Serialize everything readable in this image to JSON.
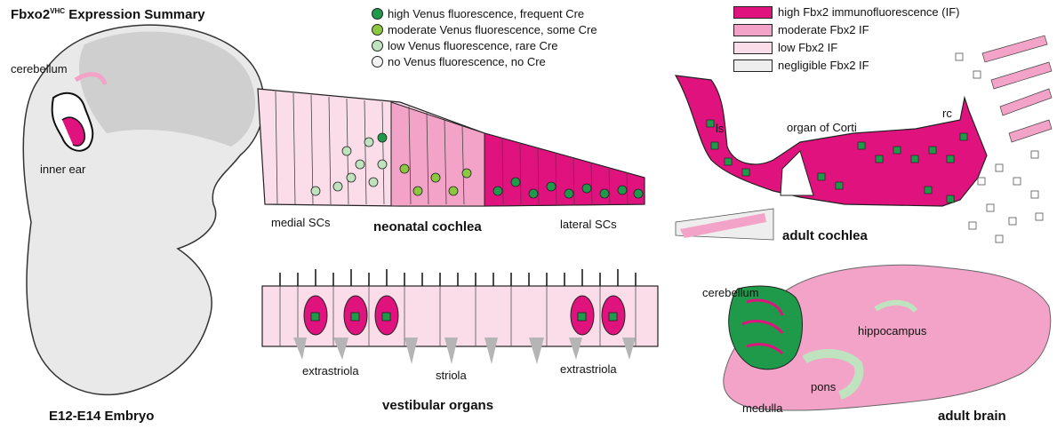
{
  "title": {
    "main": "Fbxo2",
    "sup": "VHC",
    "rest": " Expression Summary"
  },
  "embryo": {
    "cerebellum": "cerebellum",
    "inner_ear": "inner ear",
    "caption": "E12-E14 Embryo"
  },
  "legend_venus": [
    {
      "label": "high Venus fluorescence, frequent Cre",
      "color": "#1f9a4a"
    },
    {
      "label": "moderate Venus fluorescence, some Cre",
      "color": "#8cc83f"
    },
    {
      "label": "low Venus fluorescence, rare Cre",
      "color": "#bfe3bf"
    },
    {
      "label": "no Venus fluorescence, no Cre",
      "color": "#f2f2f2"
    }
  ],
  "legend_fbx2": [
    {
      "label": "high Fbx2 immunofluorescence (IF)",
      "color": "#e0127e"
    },
    {
      "label": "moderate Fbx2 IF",
      "color": "#f2a3c7"
    },
    {
      "label": "low Fbx2 IF",
      "color": "#fbdde9"
    },
    {
      "label": "negligible Fbx2 IF",
      "color": "#eeeeee"
    }
  ],
  "neonatal": {
    "medial": "medial SCs",
    "title": "neonatal cochlea",
    "lateral": "lateral SCs"
  },
  "vestibular": {
    "left": "extrastriola",
    "center": "striola",
    "right": "extrastriola",
    "title": "vestibular organs"
  },
  "adult_cochlea": {
    "ls": "ls",
    "organ": "organ of Corti",
    "rc": "rc",
    "title": "adult cochlea"
  },
  "adult_brain": {
    "cerebellum": "cerebellum",
    "hippocampus": "hippocampus",
    "pons": "pons",
    "medulla": "medulla",
    "title": "adult brain"
  }
}
